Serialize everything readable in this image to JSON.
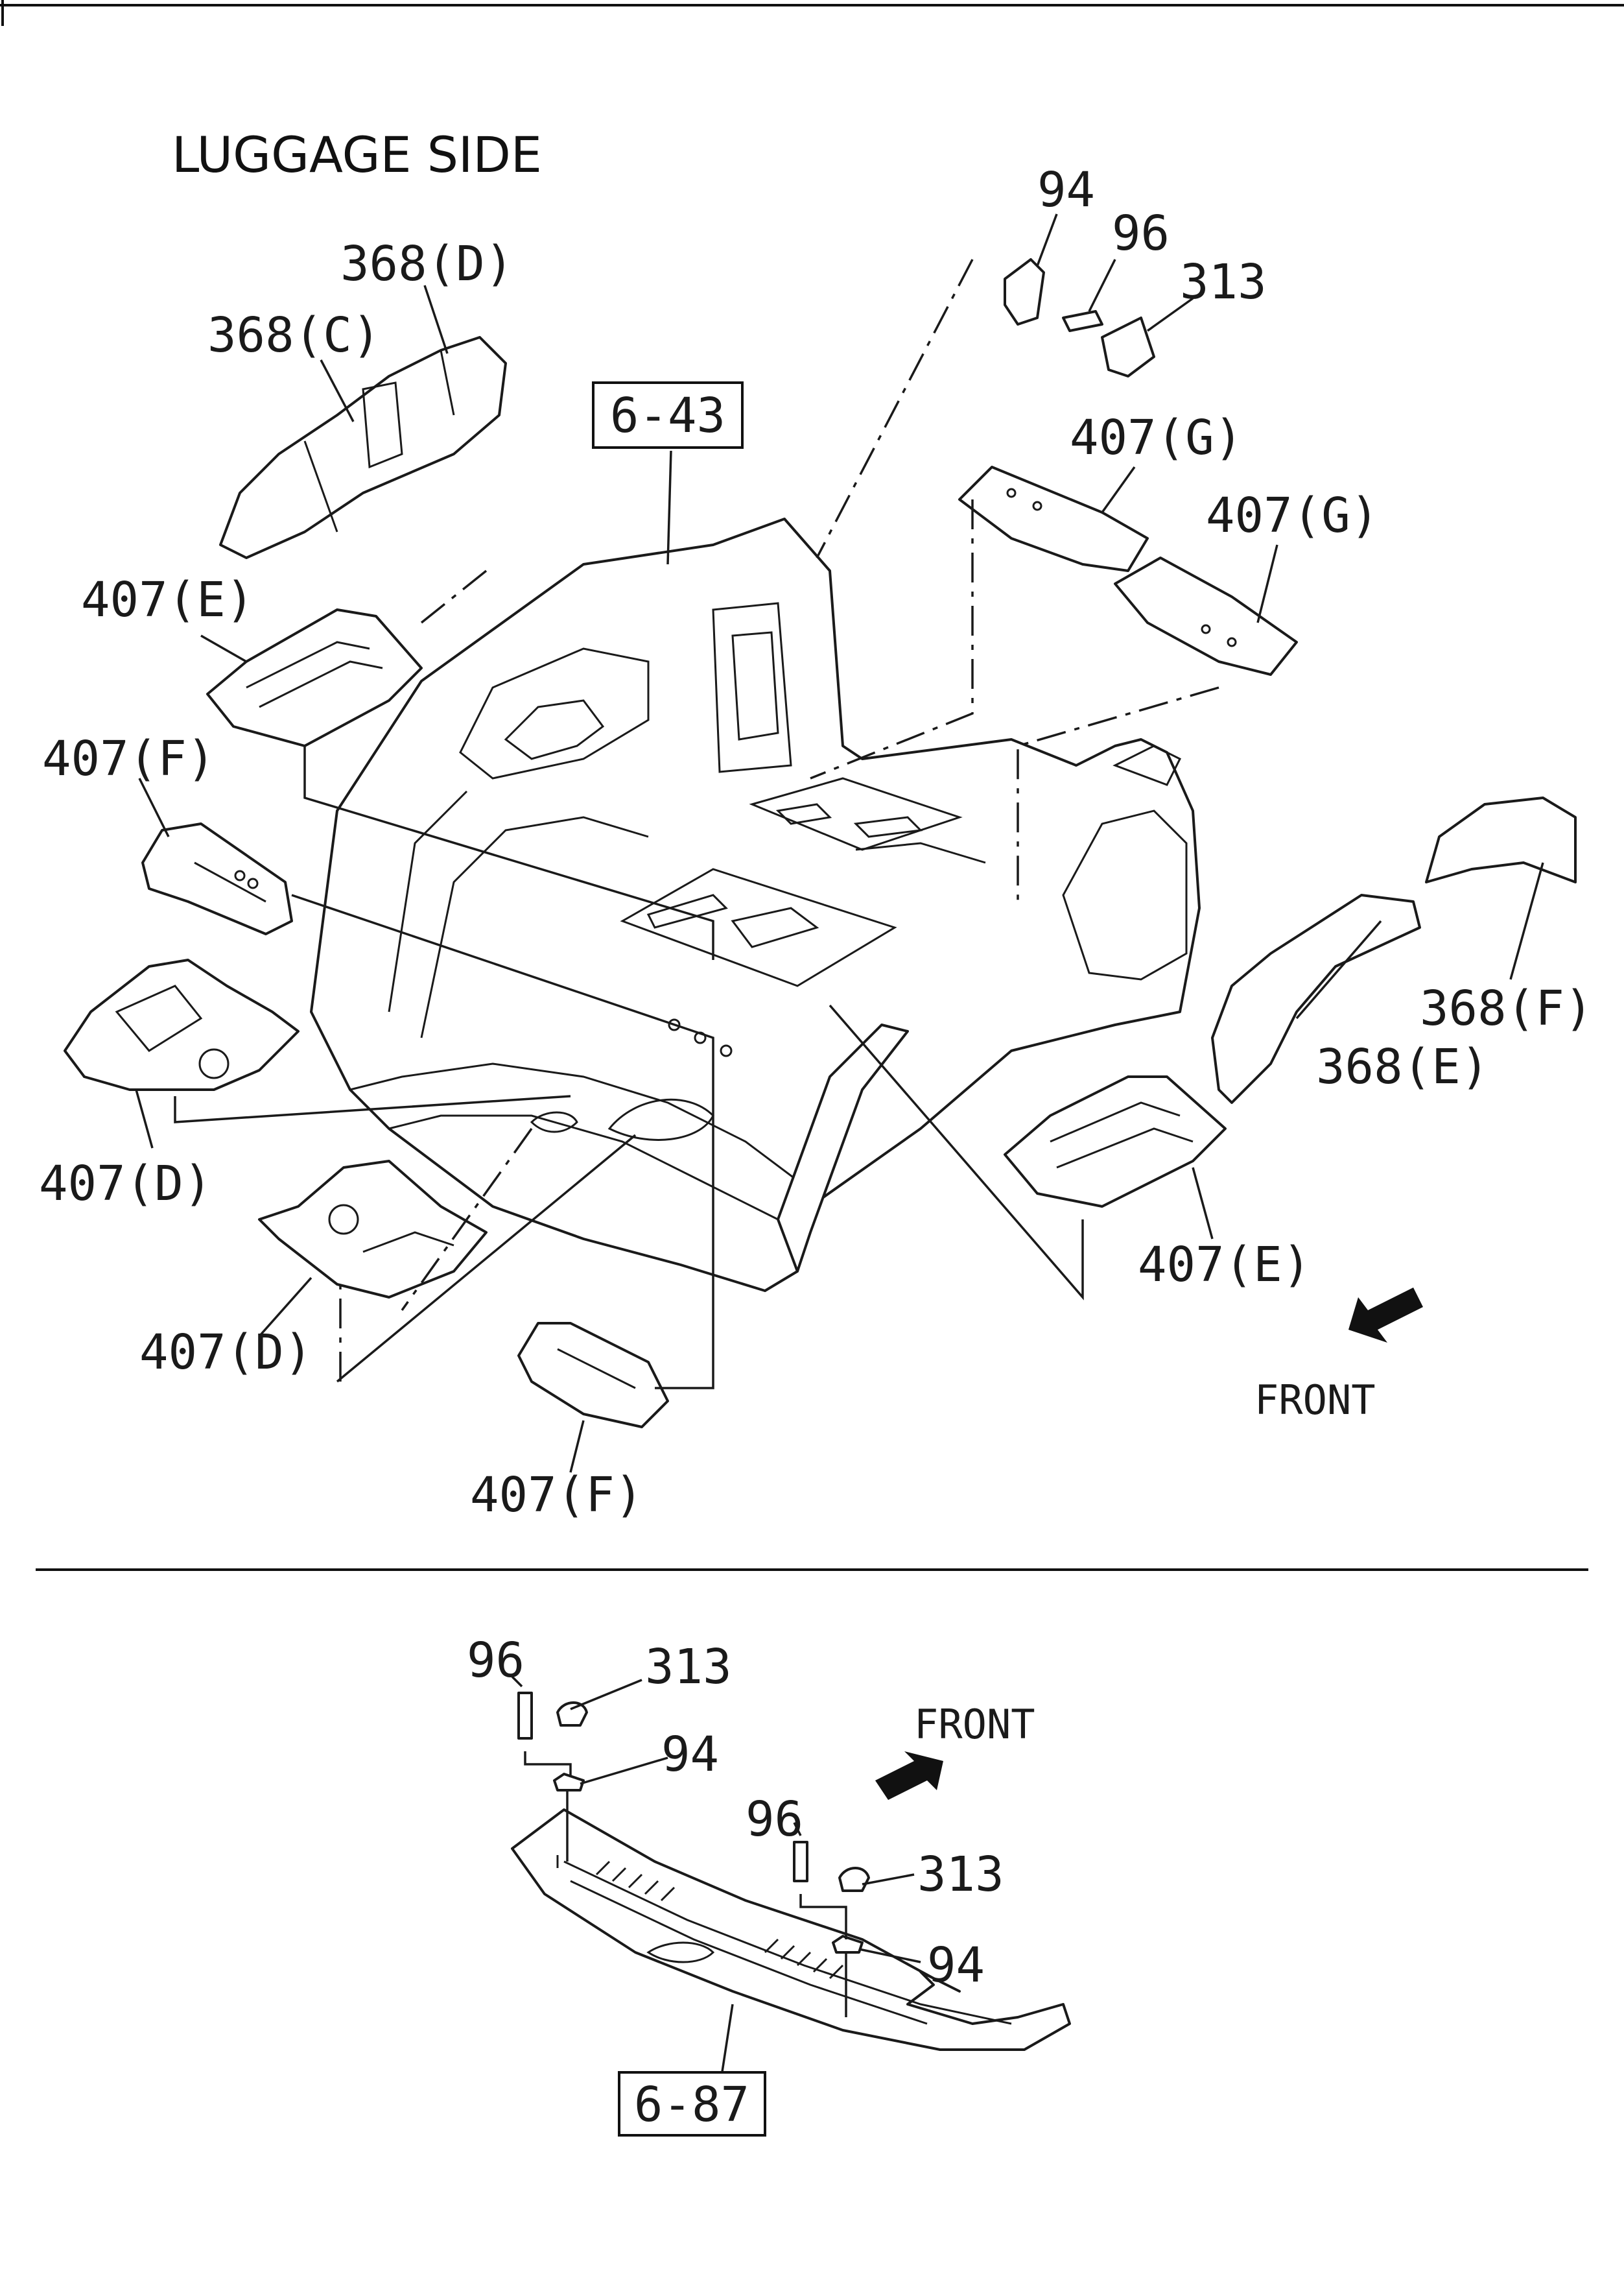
{
  "heading": "LUGGAGE SIDE",
  "front_label": "FRONT",
  "upper_view": {
    "ref_box": "6-43",
    "callouts": {
      "c94": "94",
      "c96": "96",
      "c313": "313",
      "c368d": "368(D)",
      "c368c": "368(C)",
      "c407g_a": "407(G)",
      "c407g_b": "407(G)",
      "c407e_left": "407(E)",
      "c407f_left": "407(F)",
      "c407d_left": "407(D)",
      "c407d_bottom": "407(D)",
      "c407f_bottom": "407(F)",
      "c407e_right": "407(E)",
      "c368f": "368(F)",
      "c368e": "368(E)"
    }
  },
  "lower_view": {
    "ref_box": "6-87",
    "callouts": {
      "c96_a": "96",
      "c313_a": "313",
      "c94_a": "94",
      "c96_b": "96",
      "c313_b": "313",
      "c94_b": "94"
    }
  },
  "colors": {
    "line": "#1a1a1a",
    "background": "#ffffff"
  }
}
